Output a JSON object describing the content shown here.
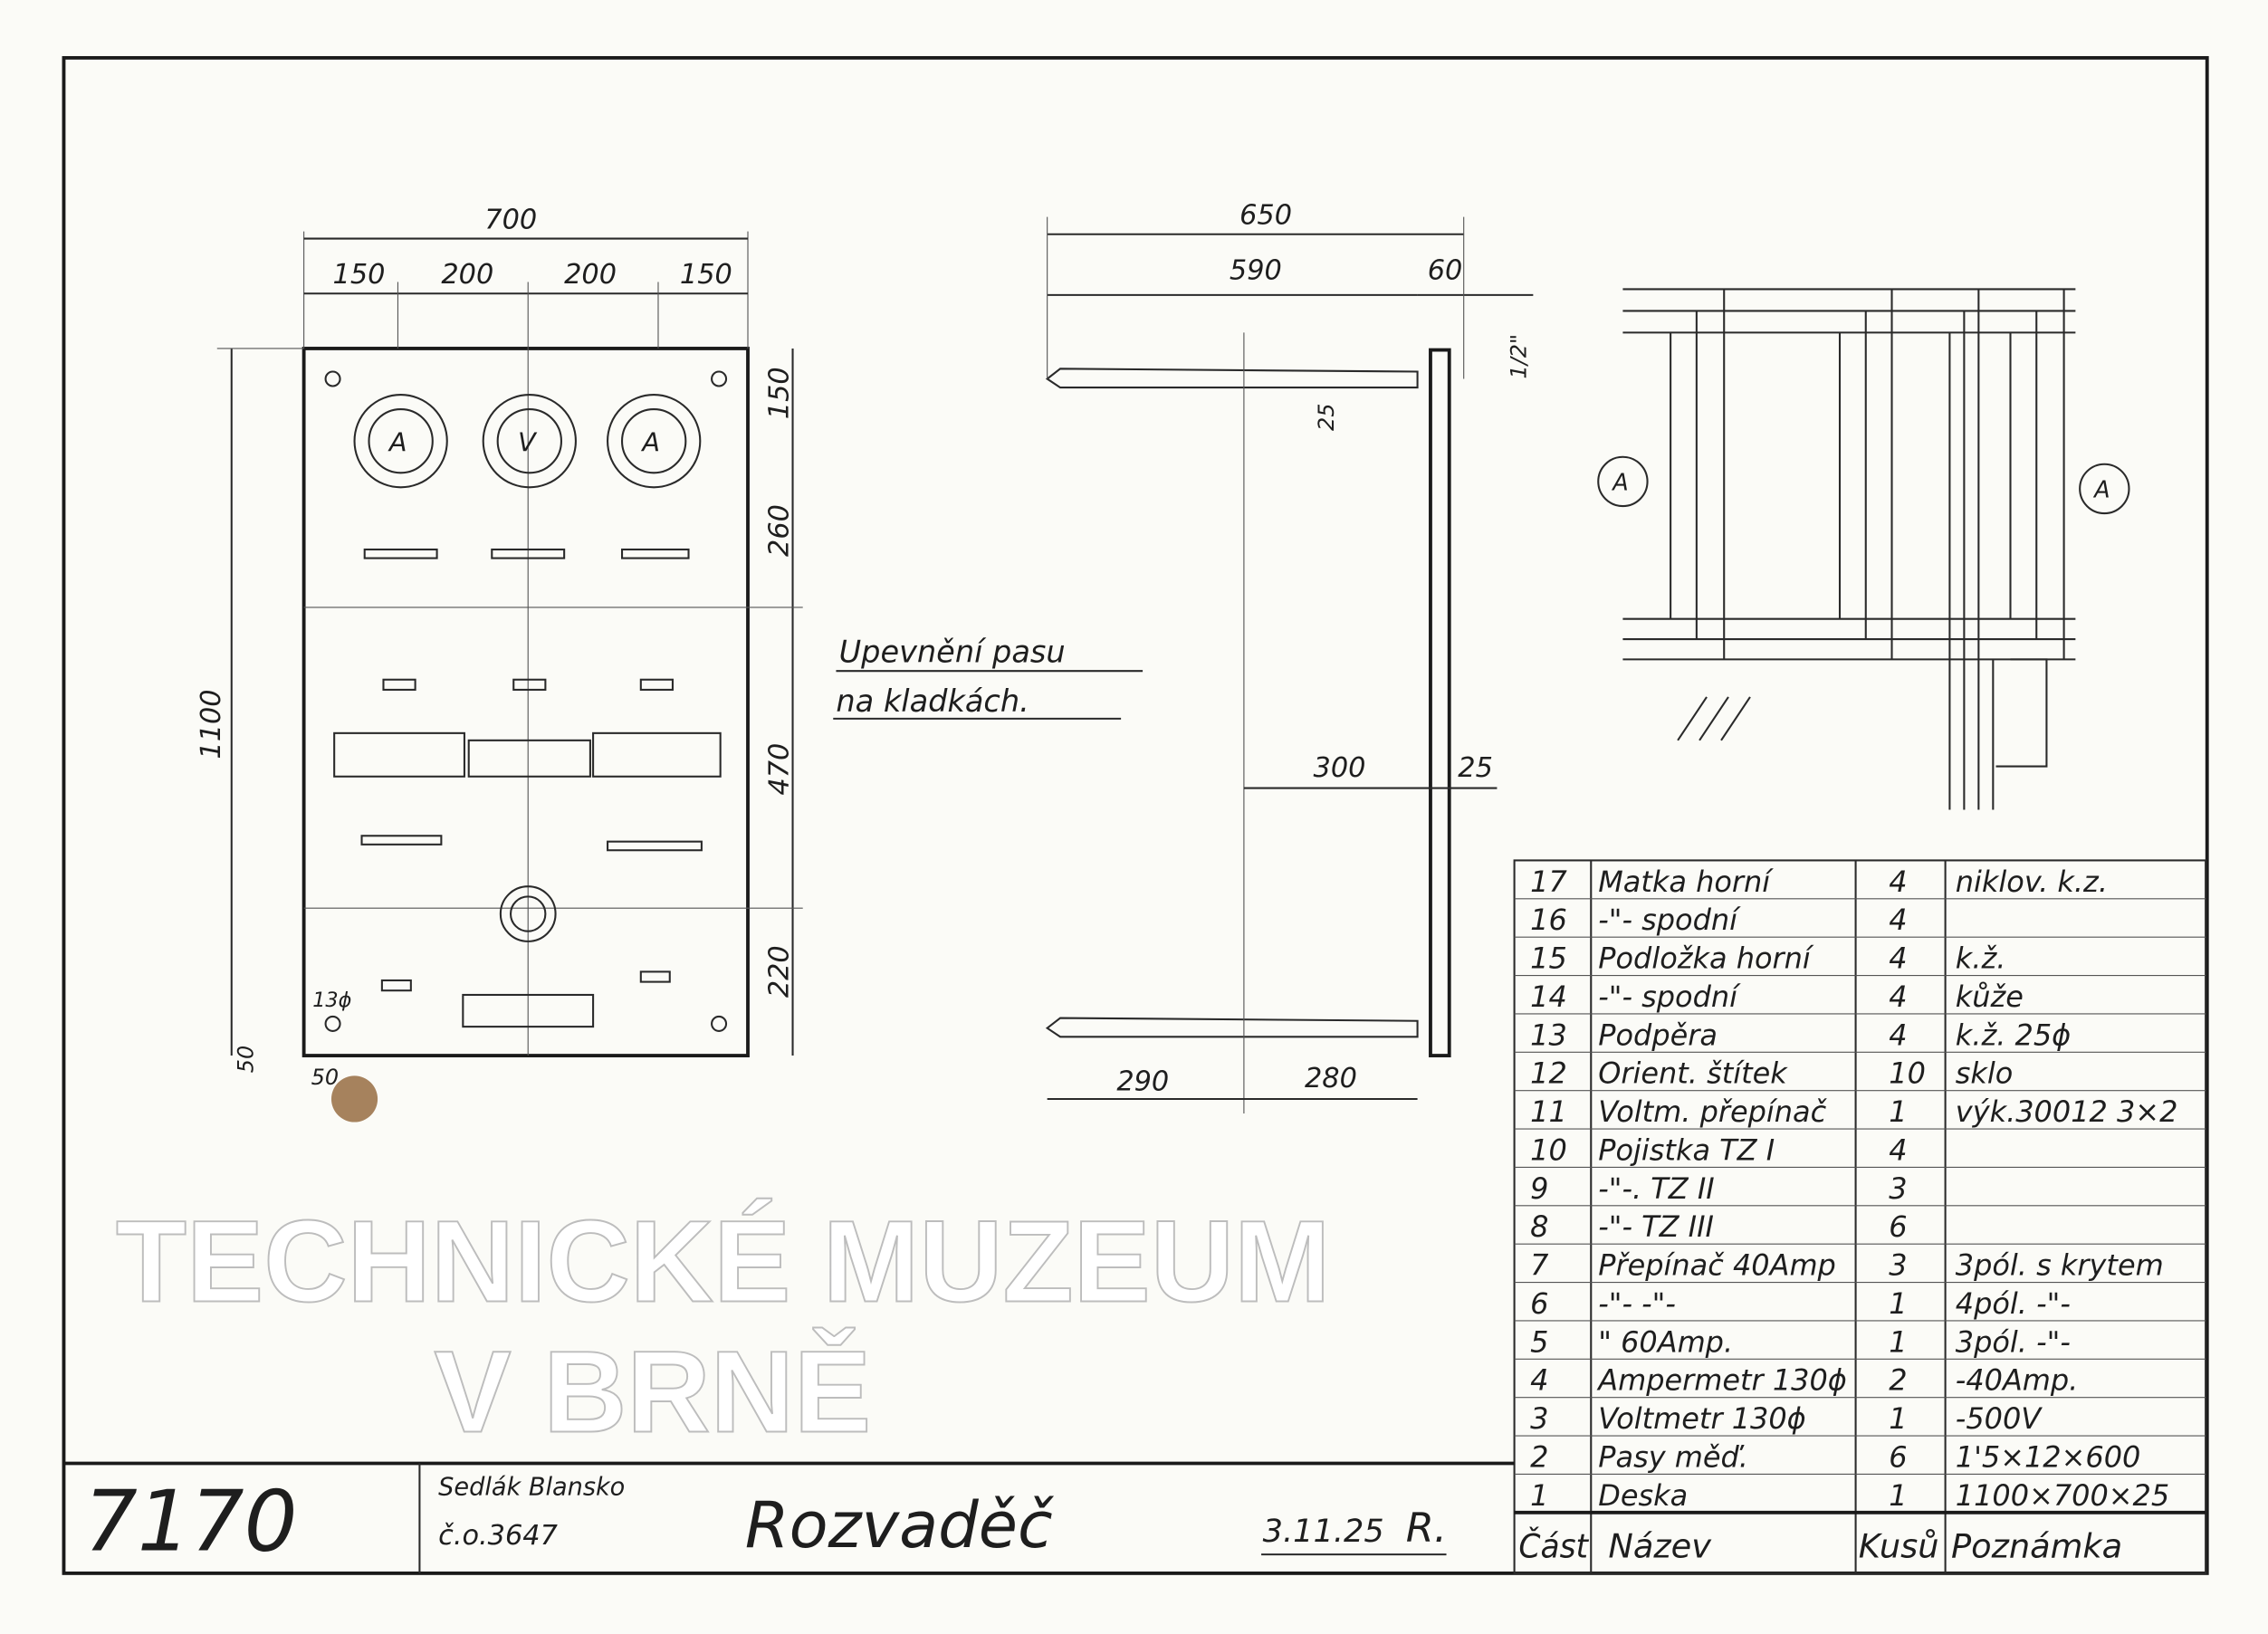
{
  "title_block": {
    "drawing_number": "7170",
    "maker": "Sedlák Blansko",
    "order_number": "č.o.3647",
    "title": "Rozvaděč",
    "date": "3.11.25",
    "signature": "R."
  },
  "front_view": {
    "dims": {
      "overall_width": "700",
      "w1": "150",
      "w2": "200",
      "w3": "200",
      "w4": "150",
      "overall_height": "1100",
      "h1": "150",
      "h2": "260",
      "h3": "470",
      "h4": "220",
      "hole_dia": "13ϕ",
      "offset_x": "50",
      "offset_y": "50"
    },
    "meters": [
      "A",
      "V",
      "A"
    ]
  },
  "side_view": {
    "dims": {
      "overall": "650",
      "d590": "590",
      "d60": "60",
      "thread": "1/2\"",
      "d25a": "25",
      "d300": "300",
      "d25b": "25",
      "d290": "290",
      "d280": "280"
    }
  },
  "note": [
    "Upevnění pasu",
    "na kladkách."
  ],
  "schematic": {
    "meters": [
      "A",
      "A"
    ]
  },
  "parts_table": {
    "headers": [
      "Část",
      "Název",
      "Kusů",
      "Poznámka"
    ],
    "rows": [
      [
        "17",
        "Matka horní",
        "4",
        "niklov. k.z."
      ],
      [
        "16",
        "-\"- spodní",
        "4",
        ""
      ],
      [
        "15",
        "Podložka horní",
        "4",
        "k.ž."
      ],
      [
        "14",
        "-\"- spodní",
        "4",
        "kůže"
      ],
      [
        "13",
        "Podpěra",
        "4",
        "k.ž. 25ϕ"
      ],
      [
        "12",
        "Orient. štítek",
        "10",
        "sklo"
      ],
      [
        "11",
        "Voltm. přepínač",
        "1",
        "výk.30012 3×2"
      ],
      [
        "10",
        "Pojistka TZ I",
        "4",
        ""
      ],
      [
        "9",
        "-\"-. TZ II",
        "3",
        ""
      ],
      [
        "8",
        "-\"- TZ III",
        "6",
        ""
      ],
      [
        "7",
        "Přepínač 40Amp",
        "3",
        "3pól. s krytem"
      ],
      [
        "6",
        "-\"- -\"-",
        "1",
        "4pól. -\"-"
      ],
      [
        "5",
        "\" 60Amp.",
        "1",
        "3pól. -\"-"
      ],
      [
        "4",
        "Ampermetr 130ϕ",
        "2",
        "-40Amp."
      ],
      [
        "3",
        "Voltmetr 130ϕ",
        "1",
        "-500V"
      ],
      [
        "2",
        "Pasy měď.",
        "6",
        "1'5×12×600"
      ],
      [
        "1",
        "Deska",
        "1",
        "1100×700×25"
      ]
    ]
  },
  "watermark": "TECHNICKÉ MUZEUM V BRNĚ"
}
